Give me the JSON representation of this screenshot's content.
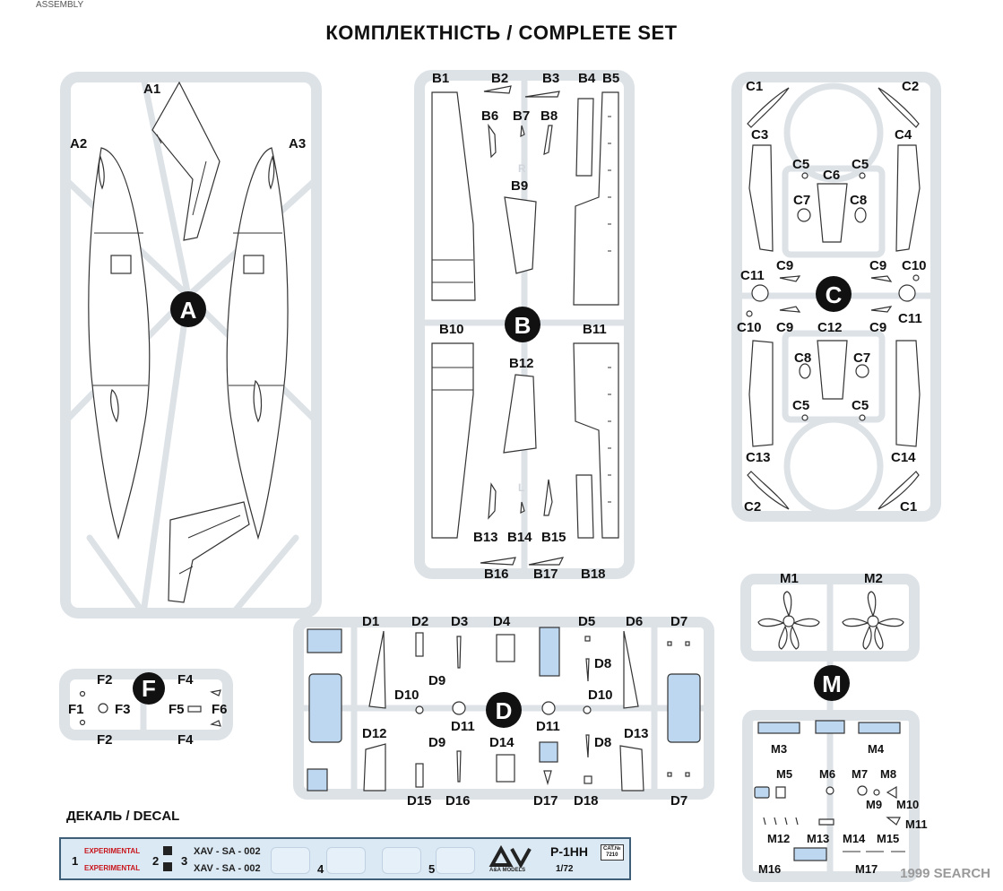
{
  "page": {
    "top_cut_text": "ASSEMBLY",
    "title": "КОМПЛЕКТНІСТЬ / COMPLETE SET"
  },
  "sprues": {
    "A": {
      "letter": "A",
      "parts": [
        "A1",
        "A2",
        "A3"
      ]
    },
    "B": {
      "letter": "B",
      "parts": [
        "B1",
        "B2",
        "B3",
        "B4",
        "B5",
        "B6",
        "B7",
        "B8",
        "B9",
        "B10",
        "B11",
        "B12",
        "B13",
        "B14",
        "B15",
        "B16",
        "B17",
        "B18"
      ],
      "side_marks": [
        "R",
        "L"
      ]
    },
    "C": {
      "letter": "C",
      "parts": [
        "C1",
        "C2",
        "C3",
        "C4",
        "C5",
        "C5",
        "C6",
        "C7",
        "C8",
        "C11",
        "C9",
        "C9",
        "C10",
        "C10",
        "C9",
        "C12",
        "C9",
        "C11",
        "C8",
        "C7",
        "C5",
        "C5",
        "C13",
        "C14",
        "C2",
        "C1"
      ]
    },
    "D": {
      "letter": "D",
      "parts": [
        "D1",
        "D2",
        "D3",
        "D4",
        "D5",
        "D6",
        "D7",
        "D8",
        "D9",
        "D10",
        "D11",
        "D11",
        "D10",
        "D12",
        "D9",
        "D14",
        "D8",
        "D13",
        "D15",
        "D16",
        "D17",
        "D18",
        "D7"
      ]
    },
    "F": {
      "letter": "F",
      "parts": [
        "F2",
        "F1",
        "F3",
        "F2",
        "F4",
        "F5",
        "F6",
        "F4"
      ]
    },
    "M": {
      "letter": "M",
      "parts": [
        "M1",
        "M2",
        "M3",
        "M4",
        "M5",
        "M6",
        "M7",
        "M8",
        "M9",
        "M10",
        "M11",
        "M12",
        "M13",
        "M14",
        "M15",
        "M16",
        "M17"
      ]
    }
  },
  "decal": {
    "heading": "ДЕКАЛЬ / DECAL",
    "items": [
      "1",
      "2",
      "3",
      "4",
      "5"
    ],
    "experimental_1": "EXPERIMENTAL",
    "experimental_2": "EXPERIMENTAL",
    "reg_1": "XAV - SA - 002",
    "reg_2": "XAV - SA - 002",
    "brand": "A&A MODELS",
    "model_name": "P-1HH",
    "scale": "1/72",
    "cat_label": "CAT.№",
    "cat_number": "7210"
  },
  "watermark": "1999 SEARCH",
  "colors": {
    "sprue_frame": "#dde2e7",
    "part_fill": "#ffffff",
    "part_stroke": "#333333",
    "transparent_part": "#bcd7ef",
    "badge": "#111111",
    "decal_red": "#c8141a"
  }
}
